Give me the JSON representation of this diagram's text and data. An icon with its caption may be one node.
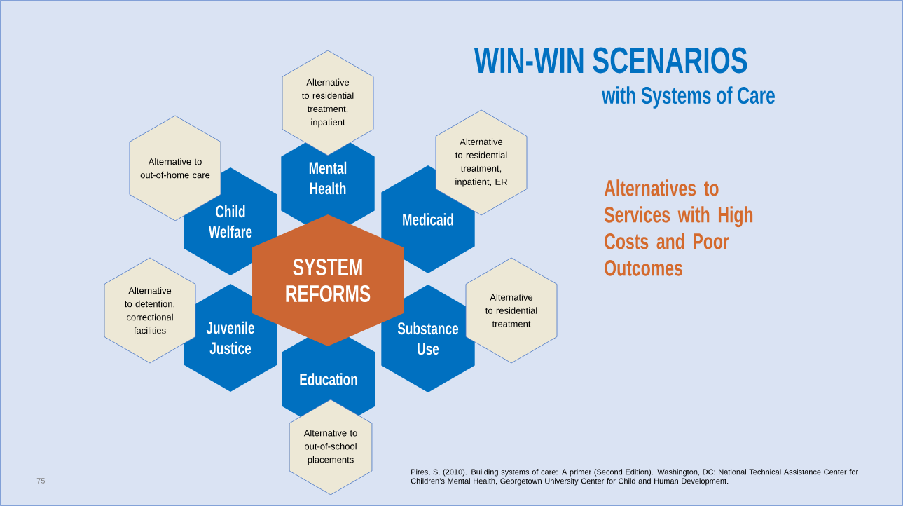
{
  "diagram": {
    "title": "WIN-WIN SCENARIOS",
    "nodes": [
      {
        "text": [
          "SYSTEM REFORMS"
        ]
      },
      {
        "text": [
          "Mental Health"
        ]
      },
      {
        "text": [
          "Medicaid"
        ]
      },
      {
        "text": [
          "Substance Use"
        ]
      },
      {
        "text": [
          "Education"
        ]
      },
      {
        "text": [
          "Juvenile Justice"
        ]
      },
      {
        "text": [
          "Child Welfare"
        ]
      },
      {
        "text": [
          "Alternative to residential treatment, inpatient"
        ]
      },
      {
        "text": [
          "Alternative to residential treatment, inpatient, ER"
        ]
      },
      {
        "text": [
          "Alternative to residential treatment"
        ]
      },
      {
        "text": [
          "Alternative to out-of-school placements"
        ]
      },
      {
        "text": [
          "Alternative to detention, correctional facilities"
        ]
      },
      {
        "text": [
          "Alternative to out-of-home care"
        ]
      }
    ],
    "labels": [
      "with Systems of Care",
      "Alternatives to Services with High Costs and Poor Outcomes",
      "75",
      "Pires, S. (2010). Building systems of care: A primer (Second Edition).  Washington, DC: National Technical Assistance Center for Children’s Mental Health, Georgetown University Center for Child and Human Development."
    ]
  }
}
